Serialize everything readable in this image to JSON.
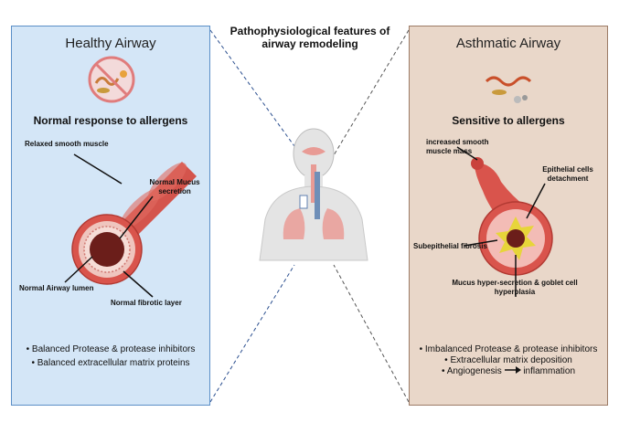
{
  "title": "Pathophysiological features of airway remodeling",
  "healthy": {
    "title": "Healthy Airway",
    "subtitle": "Normal response to allergens",
    "labels": {
      "relaxed_smooth_muscle": "Relaxed smooth muscle",
      "normal_mucus_secretion": "Normal Mucus secretion",
      "normal_airway_lumen": "Normal Airway lumen",
      "normal_fibrotic_layer": "Normal fibrotic layer"
    },
    "bullets": [
      "Balanced Protease & protease inhibitors",
      "Balanced extracellular matrix proteins"
    ]
  },
  "asthmatic": {
    "title": "Asthmatic Airway",
    "subtitle": "Sensitive to allergens",
    "labels": {
      "increased_smooth_muscle_mass": "increased smooth muscle mass",
      "epithelial_cells_detachment": "Epithelial cells detachment",
      "subepithelial_fibrosis": "Subepithelial fibrosis",
      "mucus_hypersecretion": "Mucus hyper-secretion & goblet cell hyperplasia"
    },
    "bullets": [
      "Imbalanced Protease & protease inhibitors",
      "Extracellular matrix deposition"
    ],
    "angiogenesis": "Angiogenesis",
    "inflammation": "inflammation"
  },
  "colors": {
    "healthy_bg": "#d4e6f7",
    "healthy_border": "#5b8fc7",
    "asthma_bg": "#e9d7c9",
    "asthma_border": "#9c7b66",
    "muscle": "#c9423c",
    "tissue": "#e8a9a2"
  },
  "icons": [
    "no-allergen-icon",
    "allergen-cluster-icon",
    "human-respiratory-icon",
    "arrow-right-icon"
  ]
}
